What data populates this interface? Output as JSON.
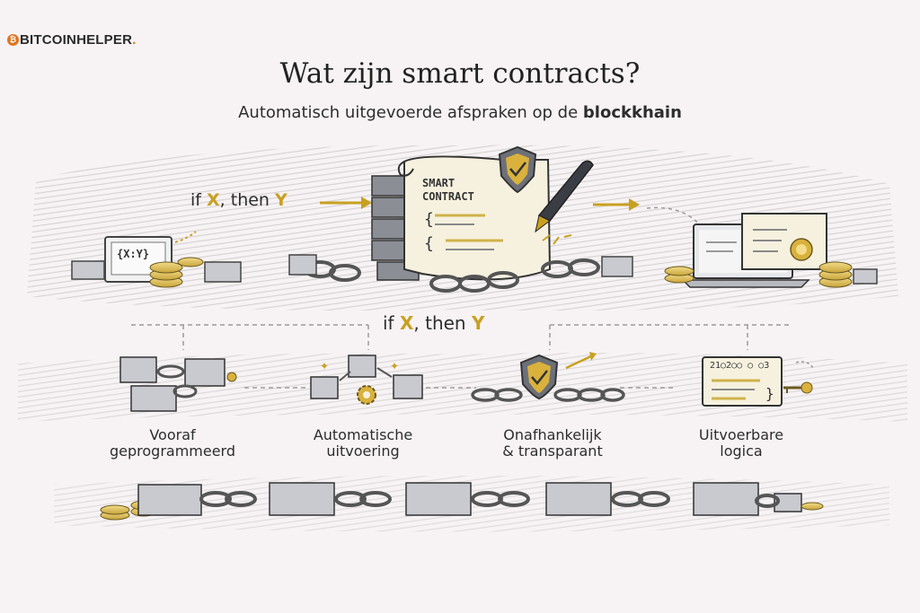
{
  "brand": {
    "logo_mark": "₿",
    "logo_text": "BITCOINHELPER",
    "logo_dot": "."
  },
  "header": {
    "title": "Wat zijn smart contracts?",
    "subtitle_plain": "Automatisch uitgevoerde afspraken op de ",
    "subtitle_bold": "blockkhain"
  },
  "contract": {
    "line1": "SMART",
    "line2": "CONTRACT",
    "code_left": "{X:Y}"
  },
  "condition": {
    "if": "if",
    "x": "X",
    "comma_then": ", then",
    "y": "Y"
  },
  "features": [
    {
      "line1": "Vooraf",
      "line2": "geprogrammeerd"
    },
    {
      "line1": "Automatische",
      "line2": "uitvoering"
    },
    {
      "line1": "Onafhankelijk",
      "line2": "& transparant"
    },
    {
      "line1": "Uitvoerbare",
      "line2": "logica"
    }
  ],
  "terminal_text": "21○2○○ ○ ○3",
  "colors": {
    "accent_gold": "#c8a021",
    "block_gray": "#b9bcc2",
    "block_dark": "#6d7078",
    "brand_orange": "#e0761e"
  },
  "icons": [
    "bitcoin-logo-icon",
    "shield-check-icon",
    "pen-icon",
    "coin-icon",
    "chain-icon",
    "block-icon",
    "gear-icon",
    "certificate-icon",
    "laptop-icon",
    "arrow-right-icon",
    "key-icon"
  ]
}
